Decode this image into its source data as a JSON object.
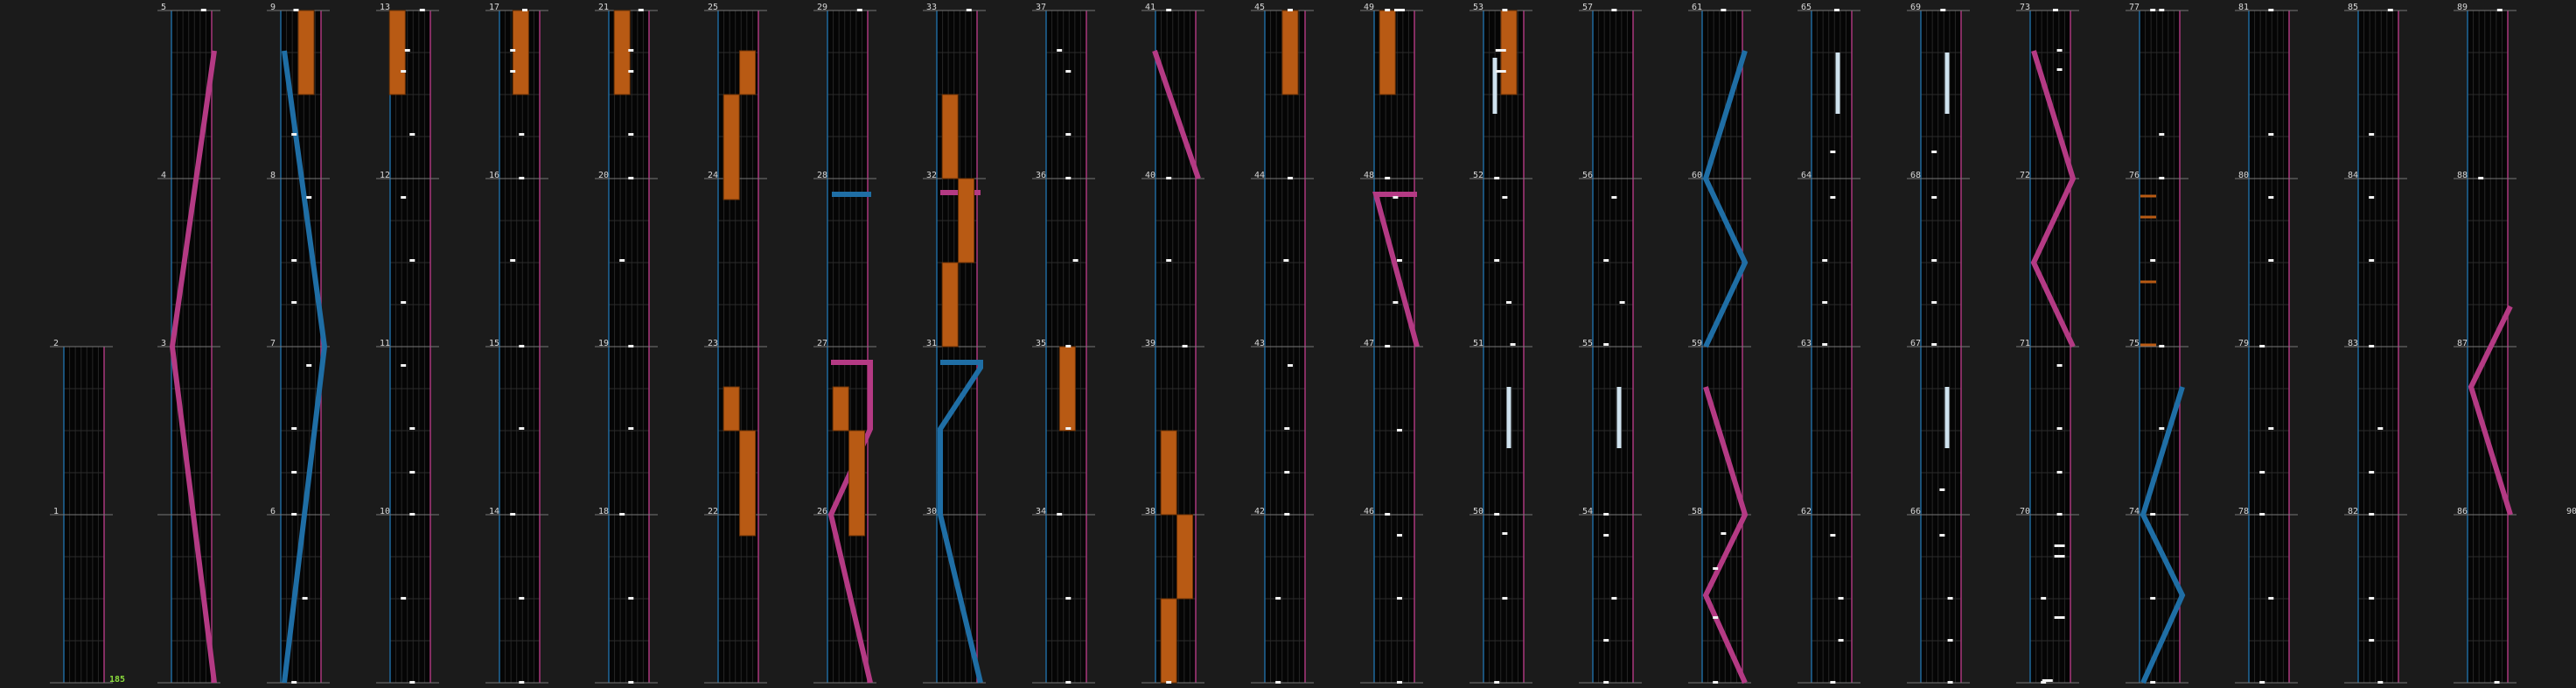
{
  "chart": {
    "measures": [
      "1",
      "2",
      "3",
      "4",
      "5",
      "6",
      "7",
      "8",
      "9",
      "10",
      "11",
      "12",
      "13",
      "14",
      "15",
      "16",
      "17",
      "18",
      "19",
      "20",
      "21",
      "22",
      "23",
      "24",
      "25",
      "26",
      "27",
      "28",
      "29",
      "30",
      "31",
      "32",
      "33",
      "34",
      "35",
      "36",
      "37",
      "38",
      "39",
      "40",
      "41",
      "42",
      "43",
      "44",
      "45",
      "46",
      "47",
      "48",
      "49",
      "50",
      "51",
      "52",
      "53",
      "54",
      "55",
      "56",
      "57",
      "58",
      "59",
      "60",
      "61",
      "62",
      "63",
      "64",
      "65",
      "66",
      "67",
      "68",
      "69",
      "70",
      "71",
      "72",
      "73",
      "74",
      "75",
      "76",
      "77",
      "78",
      "79",
      "80",
      "81",
      "82",
      "83",
      "84",
      "85",
      "86",
      "87",
      "88",
      "89",
      "90"
    ],
    "note_count": "185",
    "colors": {
      "background": "#1b1b1b",
      "lane": "#050505",
      "note": "#f2f2f2",
      "long_note": "#b85a14",
      "scratch_pink": "#b43a84",
      "scratch_blue": "#1f6ea5",
      "long_tap": "#cfe2ee",
      "count": "#8bdc3c"
    }
  }
}
